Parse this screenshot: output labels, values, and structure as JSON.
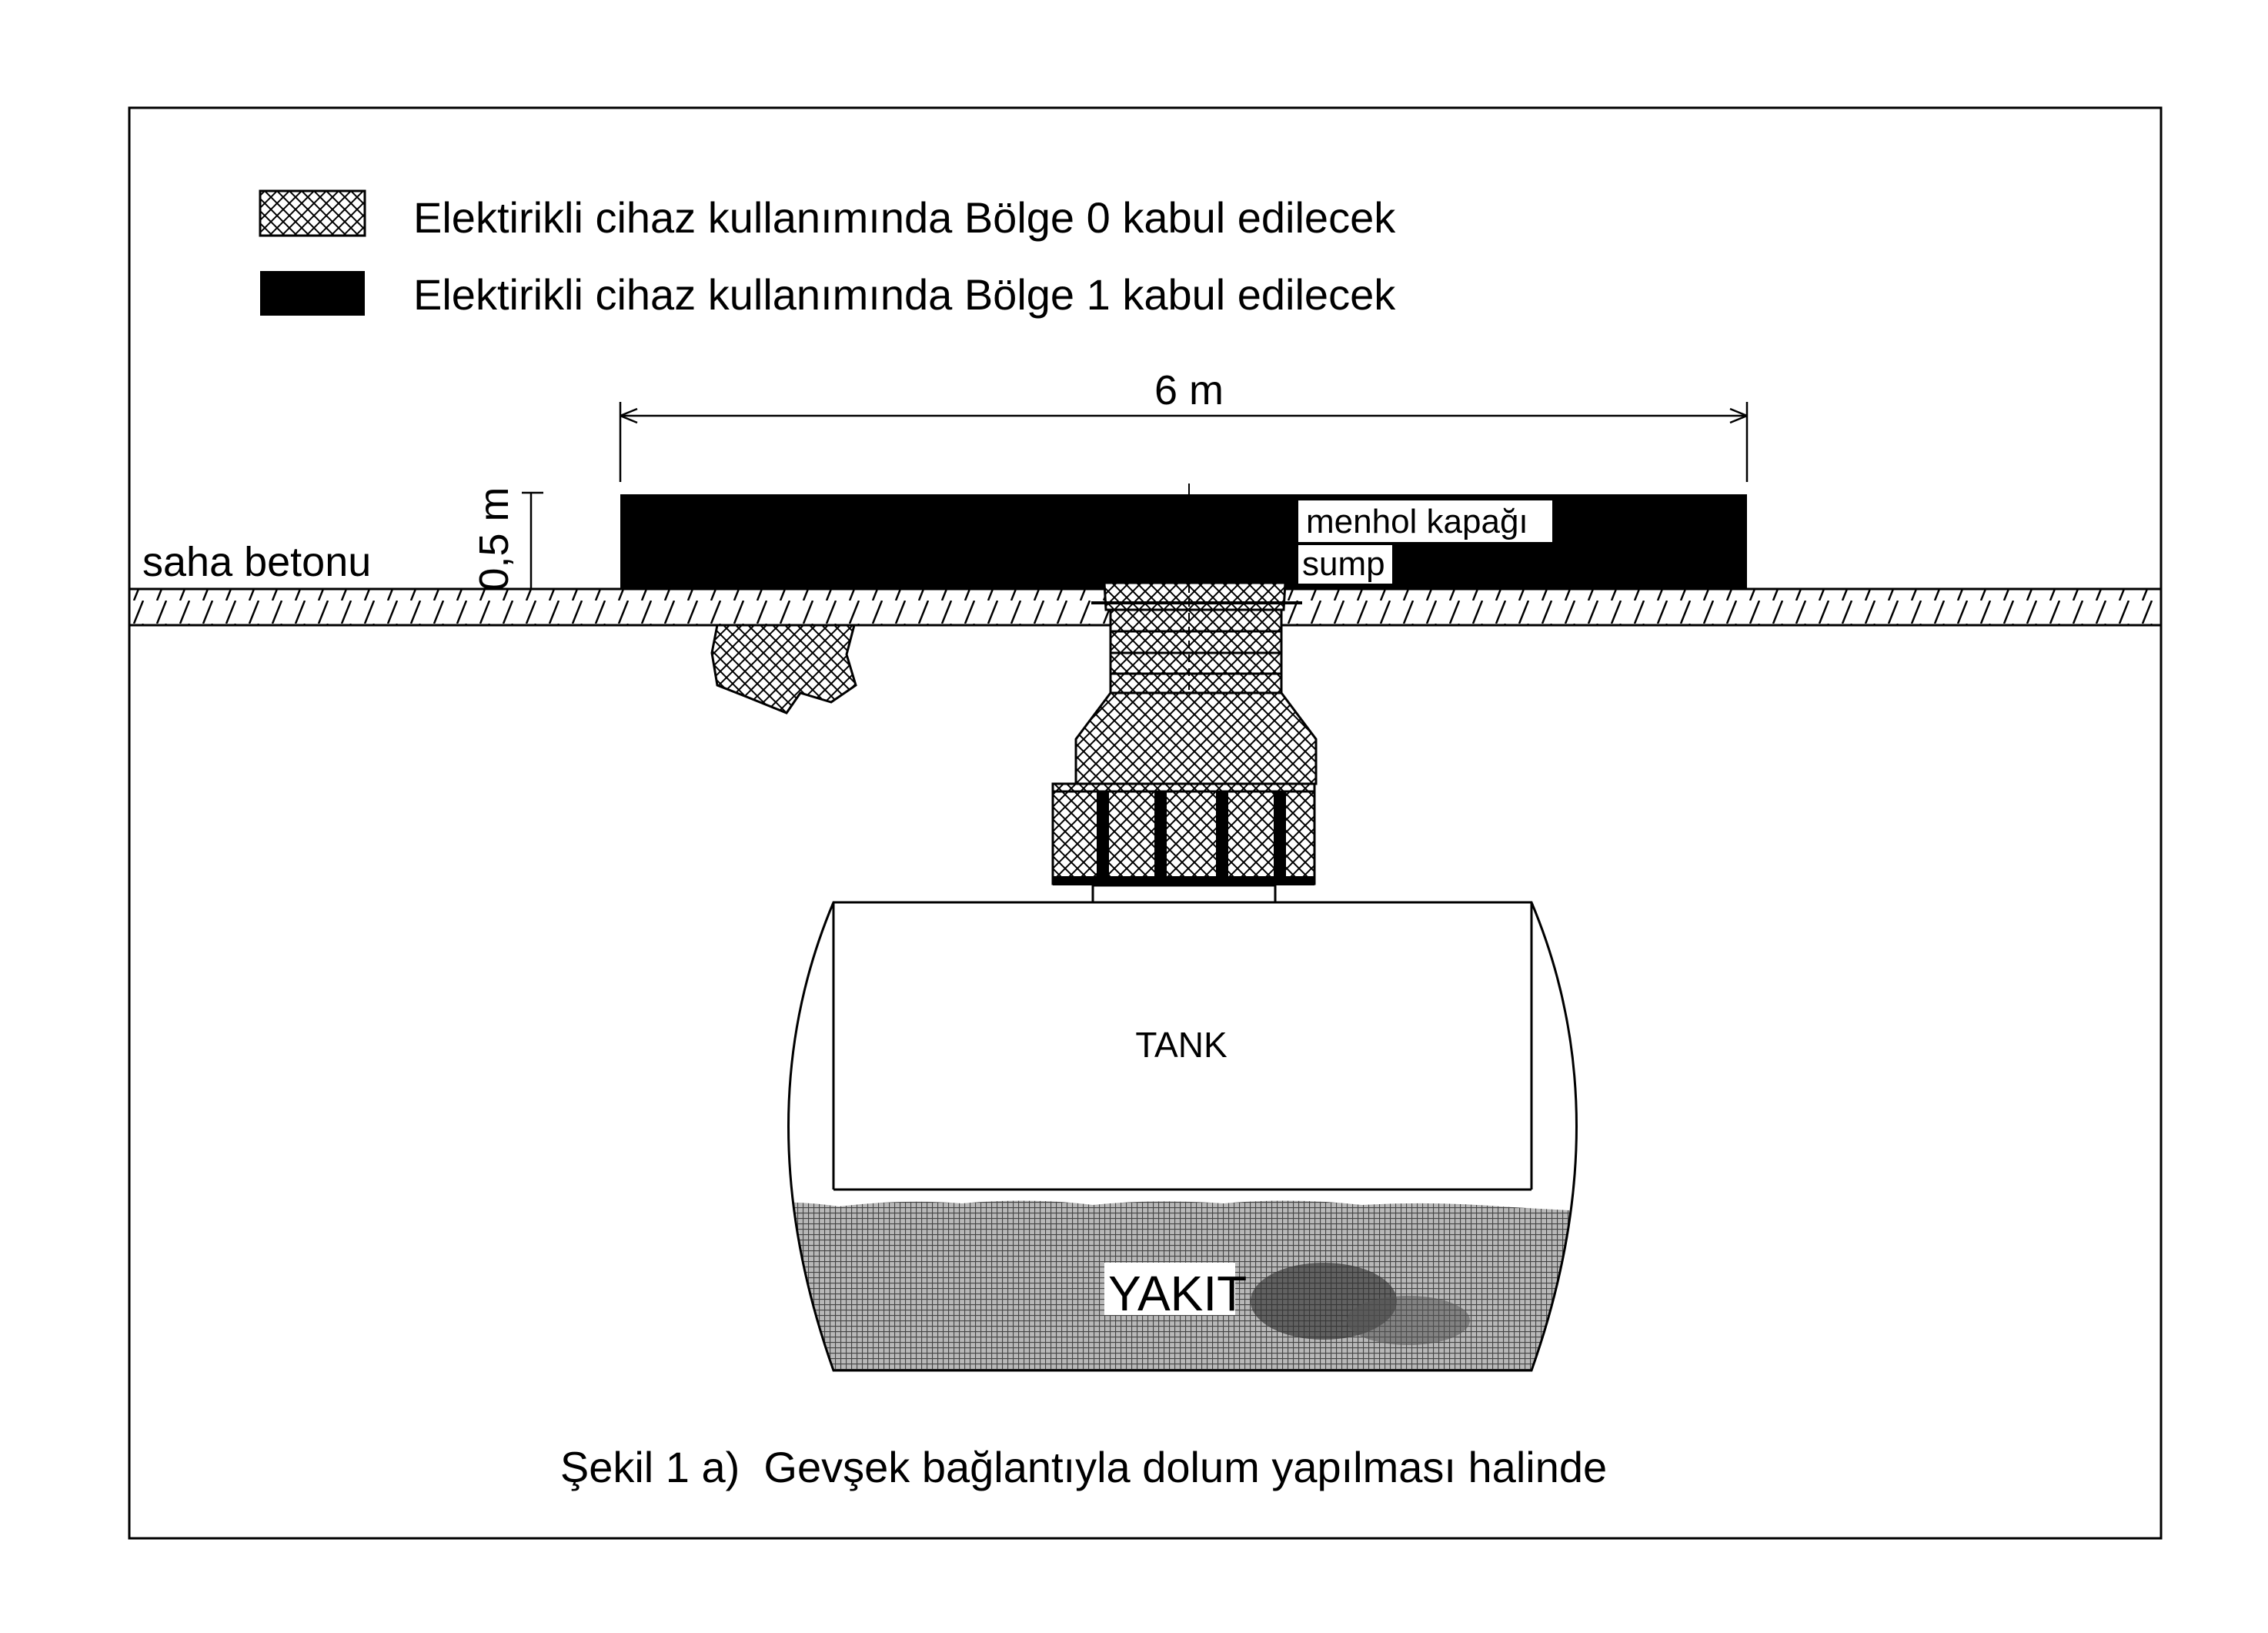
{
  "legend": {
    "zone0": {
      "label": "Elektirikli cihaz kullanımında Bölge 0 kabul edilecek",
      "pattern": "crosshatch"
    },
    "zone1": {
      "label": "Elektirikli cihaz kullanımında Bölge 1 kabul edilecek",
      "color": "#000000"
    }
  },
  "dimensions": {
    "width_label": "6 m",
    "height_label": "0,5 m"
  },
  "labels": {
    "ground": "saha betonu",
    "manhole_cover": "menhol kapağı",
    "sump": "sump",
    "tank": "TANK",
    "fuel": "YAKIT"
  },
  "caption": "Şekil 1 a)  Gevşek bağlantıyla dolum yapılması halinde"
}
